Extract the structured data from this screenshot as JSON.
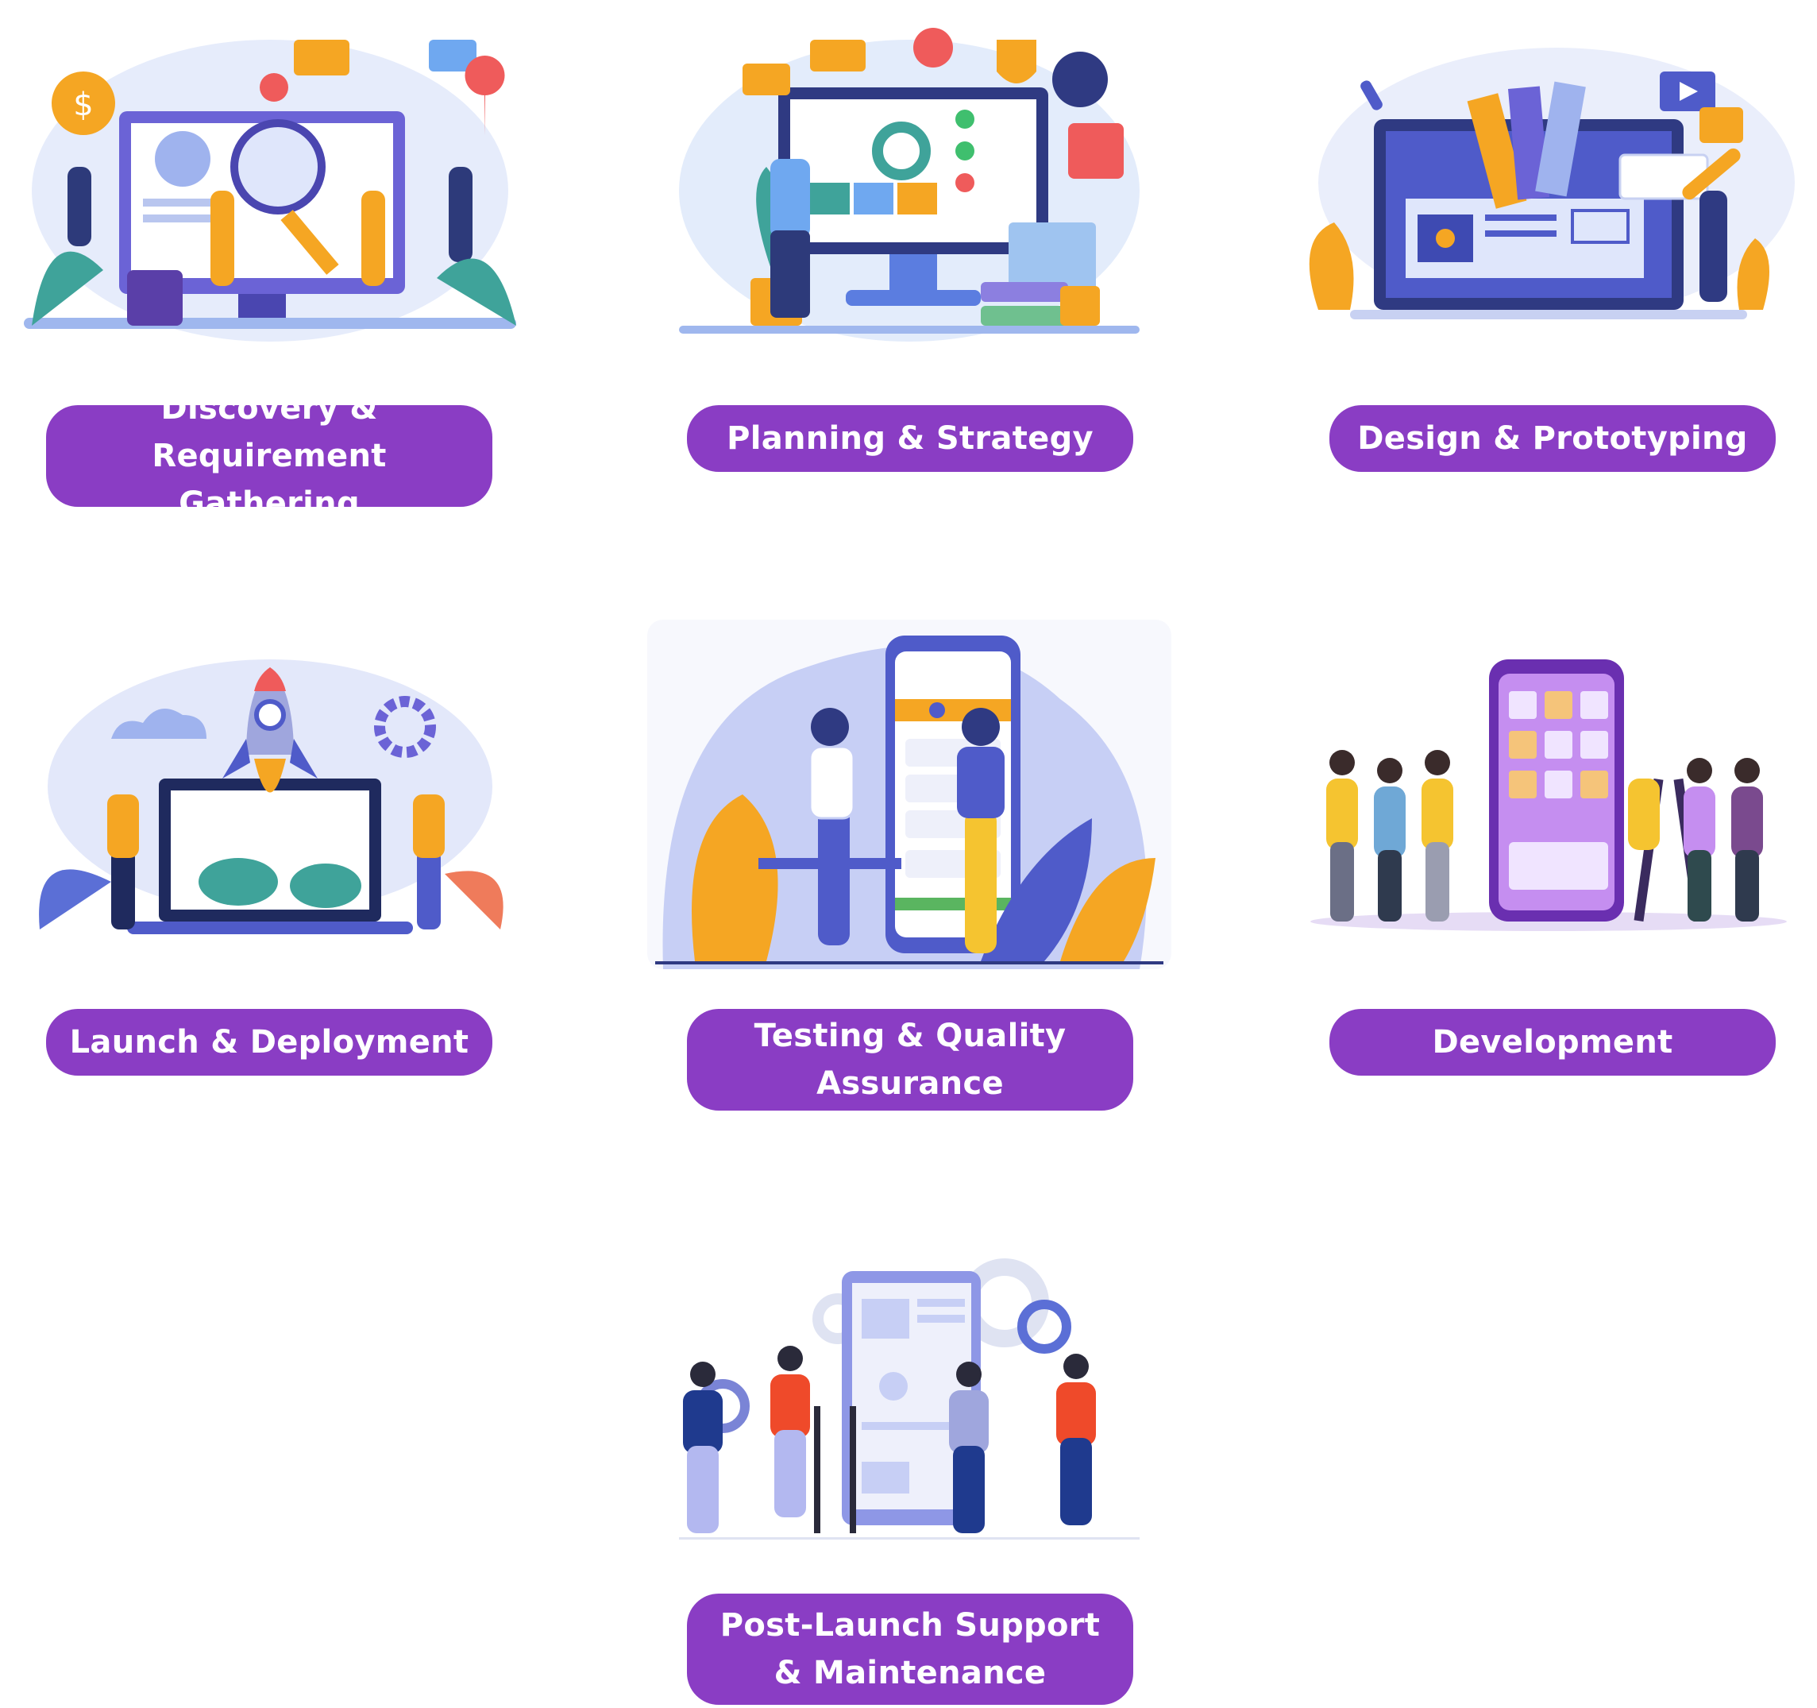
{
  "steps": [
    {
      "label": "Discovery & Requirement Gathering",
      "illustration": "discovery-illustration"
    },
    {
      "label": "Planning & Strategy",
      "illustration": "planning-illustration"
    },
    {
      "label": "Design & Prototyping",
      "illustration": "design-illustration"
    },
    {
      "label": "Launch & Deployment",
      "illustration": "launch-illustration"
    },
    {
      "label": "Testing & Quality Assurance",
      "illustration": "testing-illustration"
    },
    {
      "label": "Development",
      "illustration": "development-illustration"
    },
    {
      "label": "Post-Launch Support & Maintenance",
      "illustration": "support-illustration"
    }
  ],
  "colors": {
    "pill": "#8a3dc4",
    "pill_text": "#ffffff",
    "accent_blue": "#5b6fd6",
    "accent_orange": "#f5a623",
    "accent_purple": "#a77be0"
  }
}
